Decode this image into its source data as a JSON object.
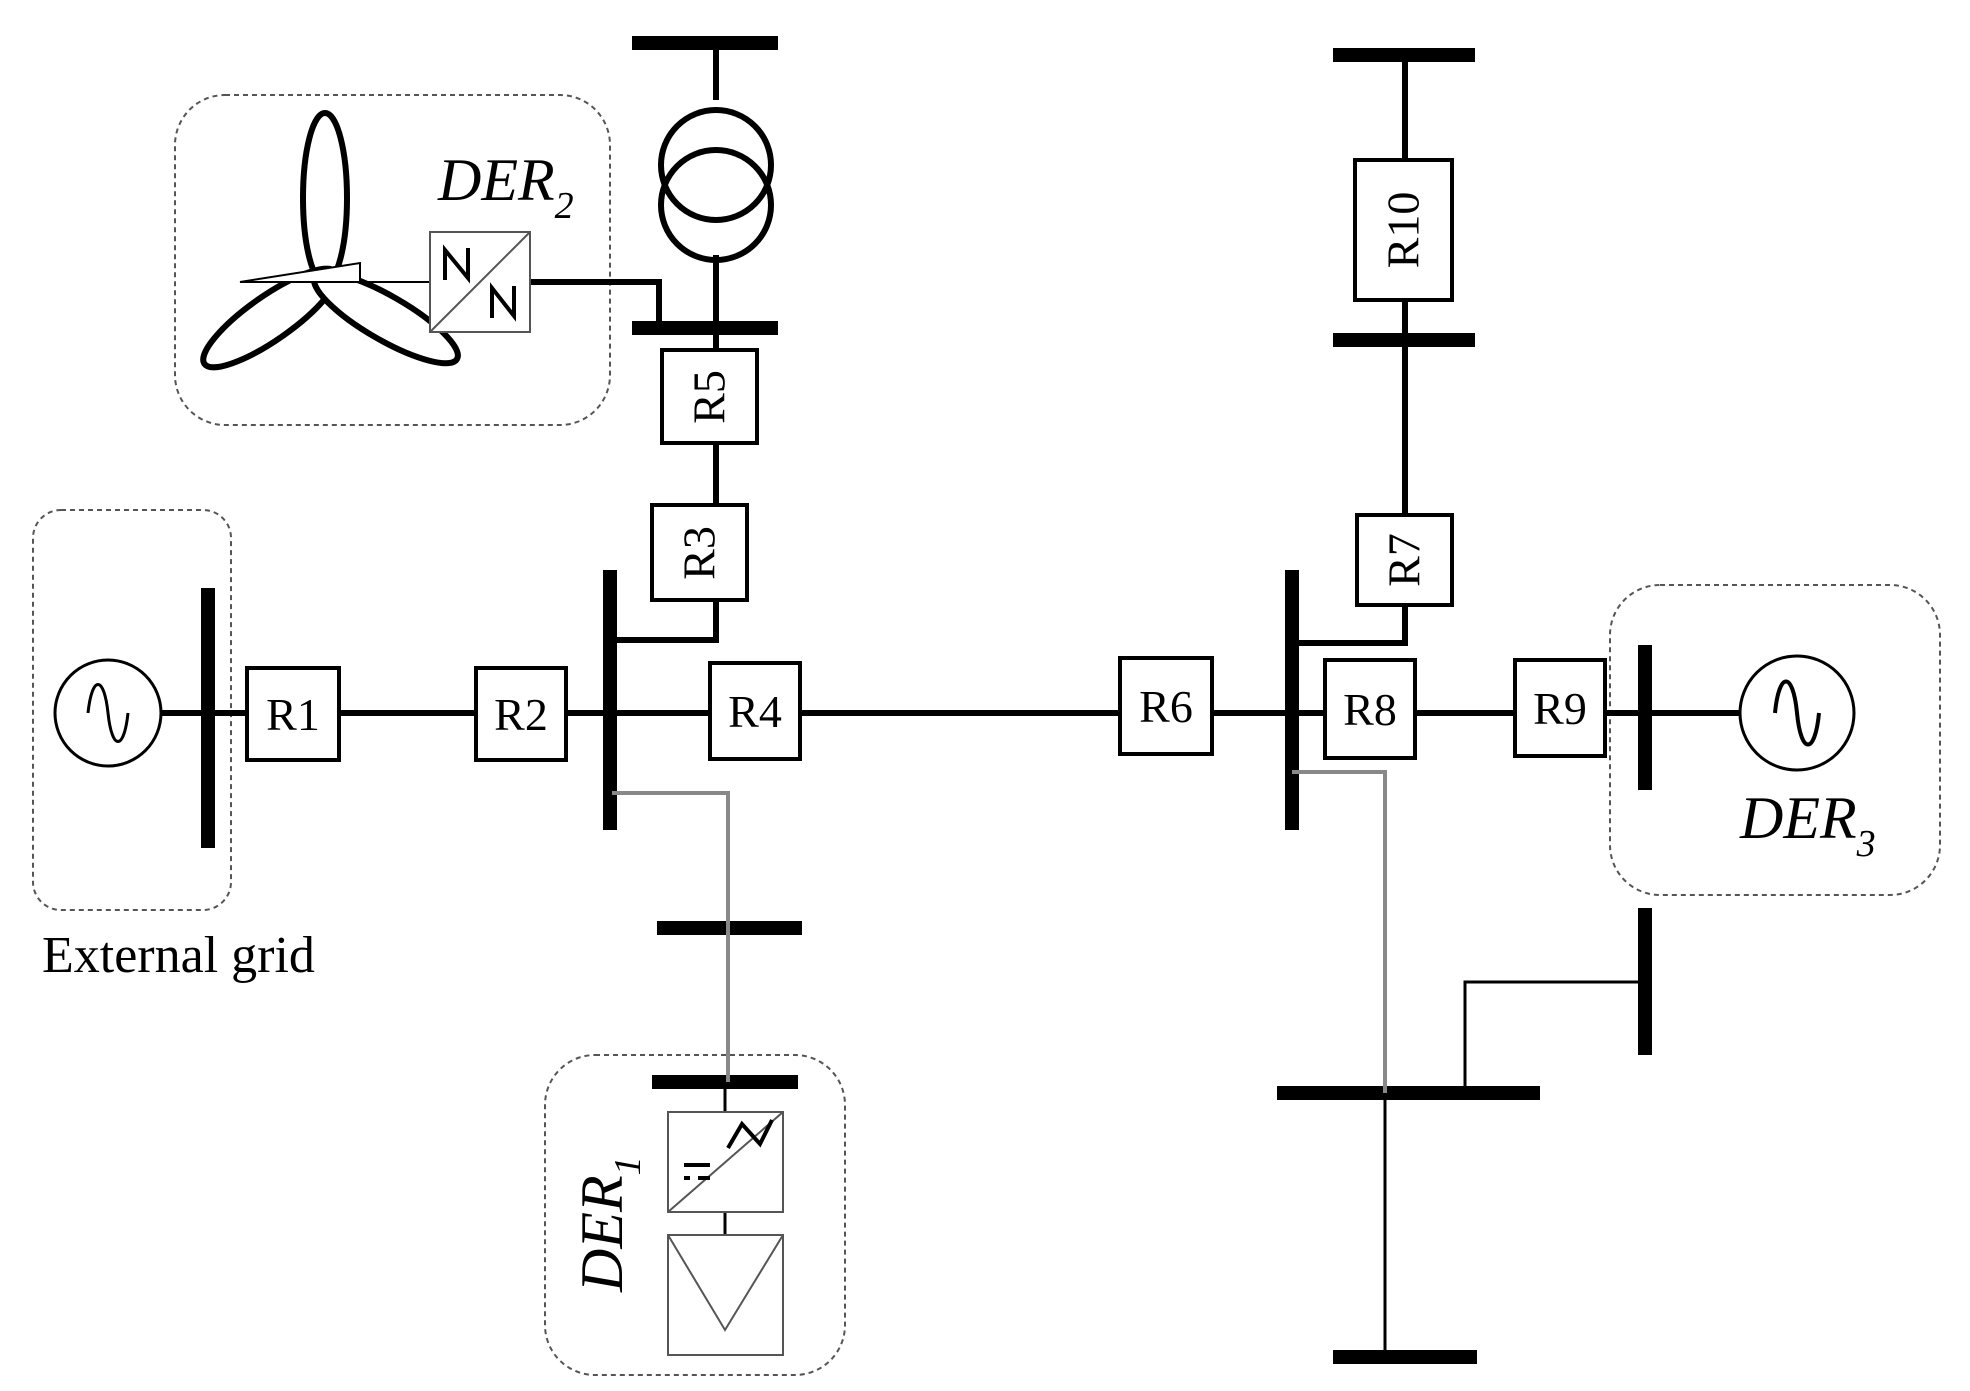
{
  "relays": {
    "r1": "R1",
    "r2": "R2",
    "r3": "R3",
    "r4": "R4",
    "r5": "R5",
    "r6": "R6",
    "r7": "R7",
    "r8": "R8",
    "r9": "R9",
    "r10": "R10"
  },
  "der1": {
    "base": "DER",
    "sub": "1"
  },
  "der2": {
    "base": "DER",
    "sub": "2"
  },
  "der3": {
    "base": "DER",
    "sub": "3"
  },
  "external_grid": "External grid",
  "icons": {
    "source": "ac-source-icon",
    "transformer": "transformer-icon",
    "wind": "wind-turbine-icon",
    "converter": "converter-icon",
    "pv": "pv-panel-icon"
  },
  "colors": {
    "line": "#000000",
    "der_link": "#888888",
    "group_border": "#555555"
  }
}
